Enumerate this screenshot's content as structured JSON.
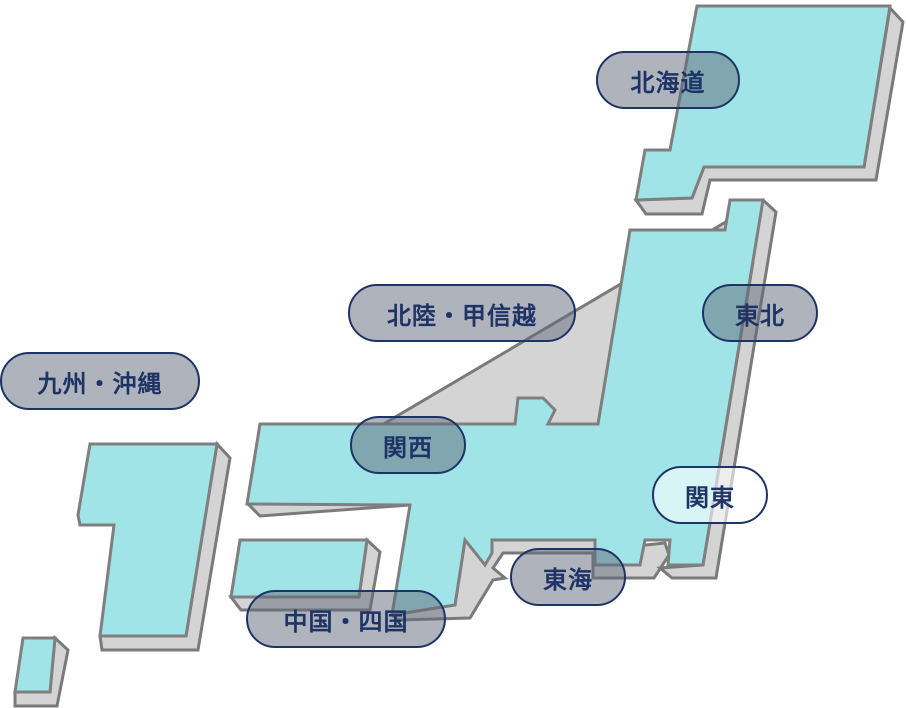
{
  "regions": {
    "hokkaido": {
      "label": "北海道",
      "selected": false
    },
    "tohoku": {
      "label": "東北",
      "selected": false
    },
    "hokuriku_koshinetsu": {
      "label": "北陸・甲信越",
      "selected": false
    },
    "kyushu_okinawa": {
      "label": "九州・沖縄",
      "selected": false
    },
    "kansai": {
      "label": "関西",
      "selected": false
    },
    "kanto": {
      "label": "関東",
      "selected": true
    },
    "tokai": {
      "label": "東海",
      "selected": false
    },
    "chugoku_shikoku": {
      "label": "中国・四国",
      "selected": false
    }
  },
  "colors": {
    "land": "#a0e4e7",
    "land_border": "#7f7f7f",
    "shadow": "#d4d4d4",
    "pill_text": "#1e3366",
    "pill_border": "#1e3366",
    "pill_fill": "rgba(95,104,121,0.5)",
    "pill_active_fill": "rgba(255,255,255,0.6)"
  }
}
